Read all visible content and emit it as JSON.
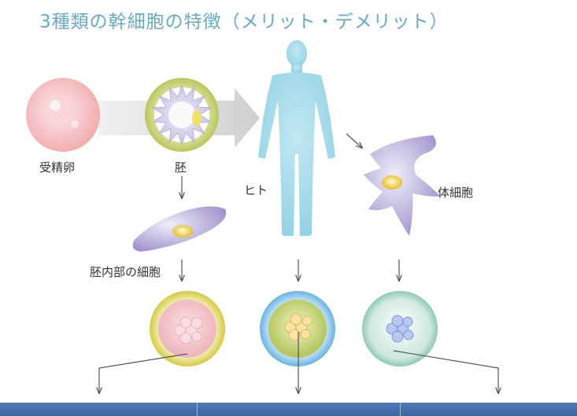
{
  "title": "3種類の幹細胞の特徴（メリット・デメリット）",
  "labels": {
    "fertilized_egg": "受精卵",
    "embryo": "胚",
    "human": "ヒト",
    "inner_cell_mass": "胚内部の細胞",
    "somatic_cell": "体細胞"
  },
  "colors": {
    "title": "#6aa9bf",
    "arrow": "#555555",
    "human_body": "#a9dbe9",
    "bottom_bar": "#4d78b4"
  },
  "icons": {
    "fertilized_egg": "fertilized-egg-icon",
    "embryo": "embryo-icon",
    "human": "human-silhouette-icon",
    "inner_cell": "inner-cell-icon",
    "somatic": "somatic-cell-icon",
    "es_cell": "es-stem-cell-icon",
    "adult_stem": "adult-stem-cell-icon",
    "ips_cell": "ips-stem-cell-icon"
  }
}
